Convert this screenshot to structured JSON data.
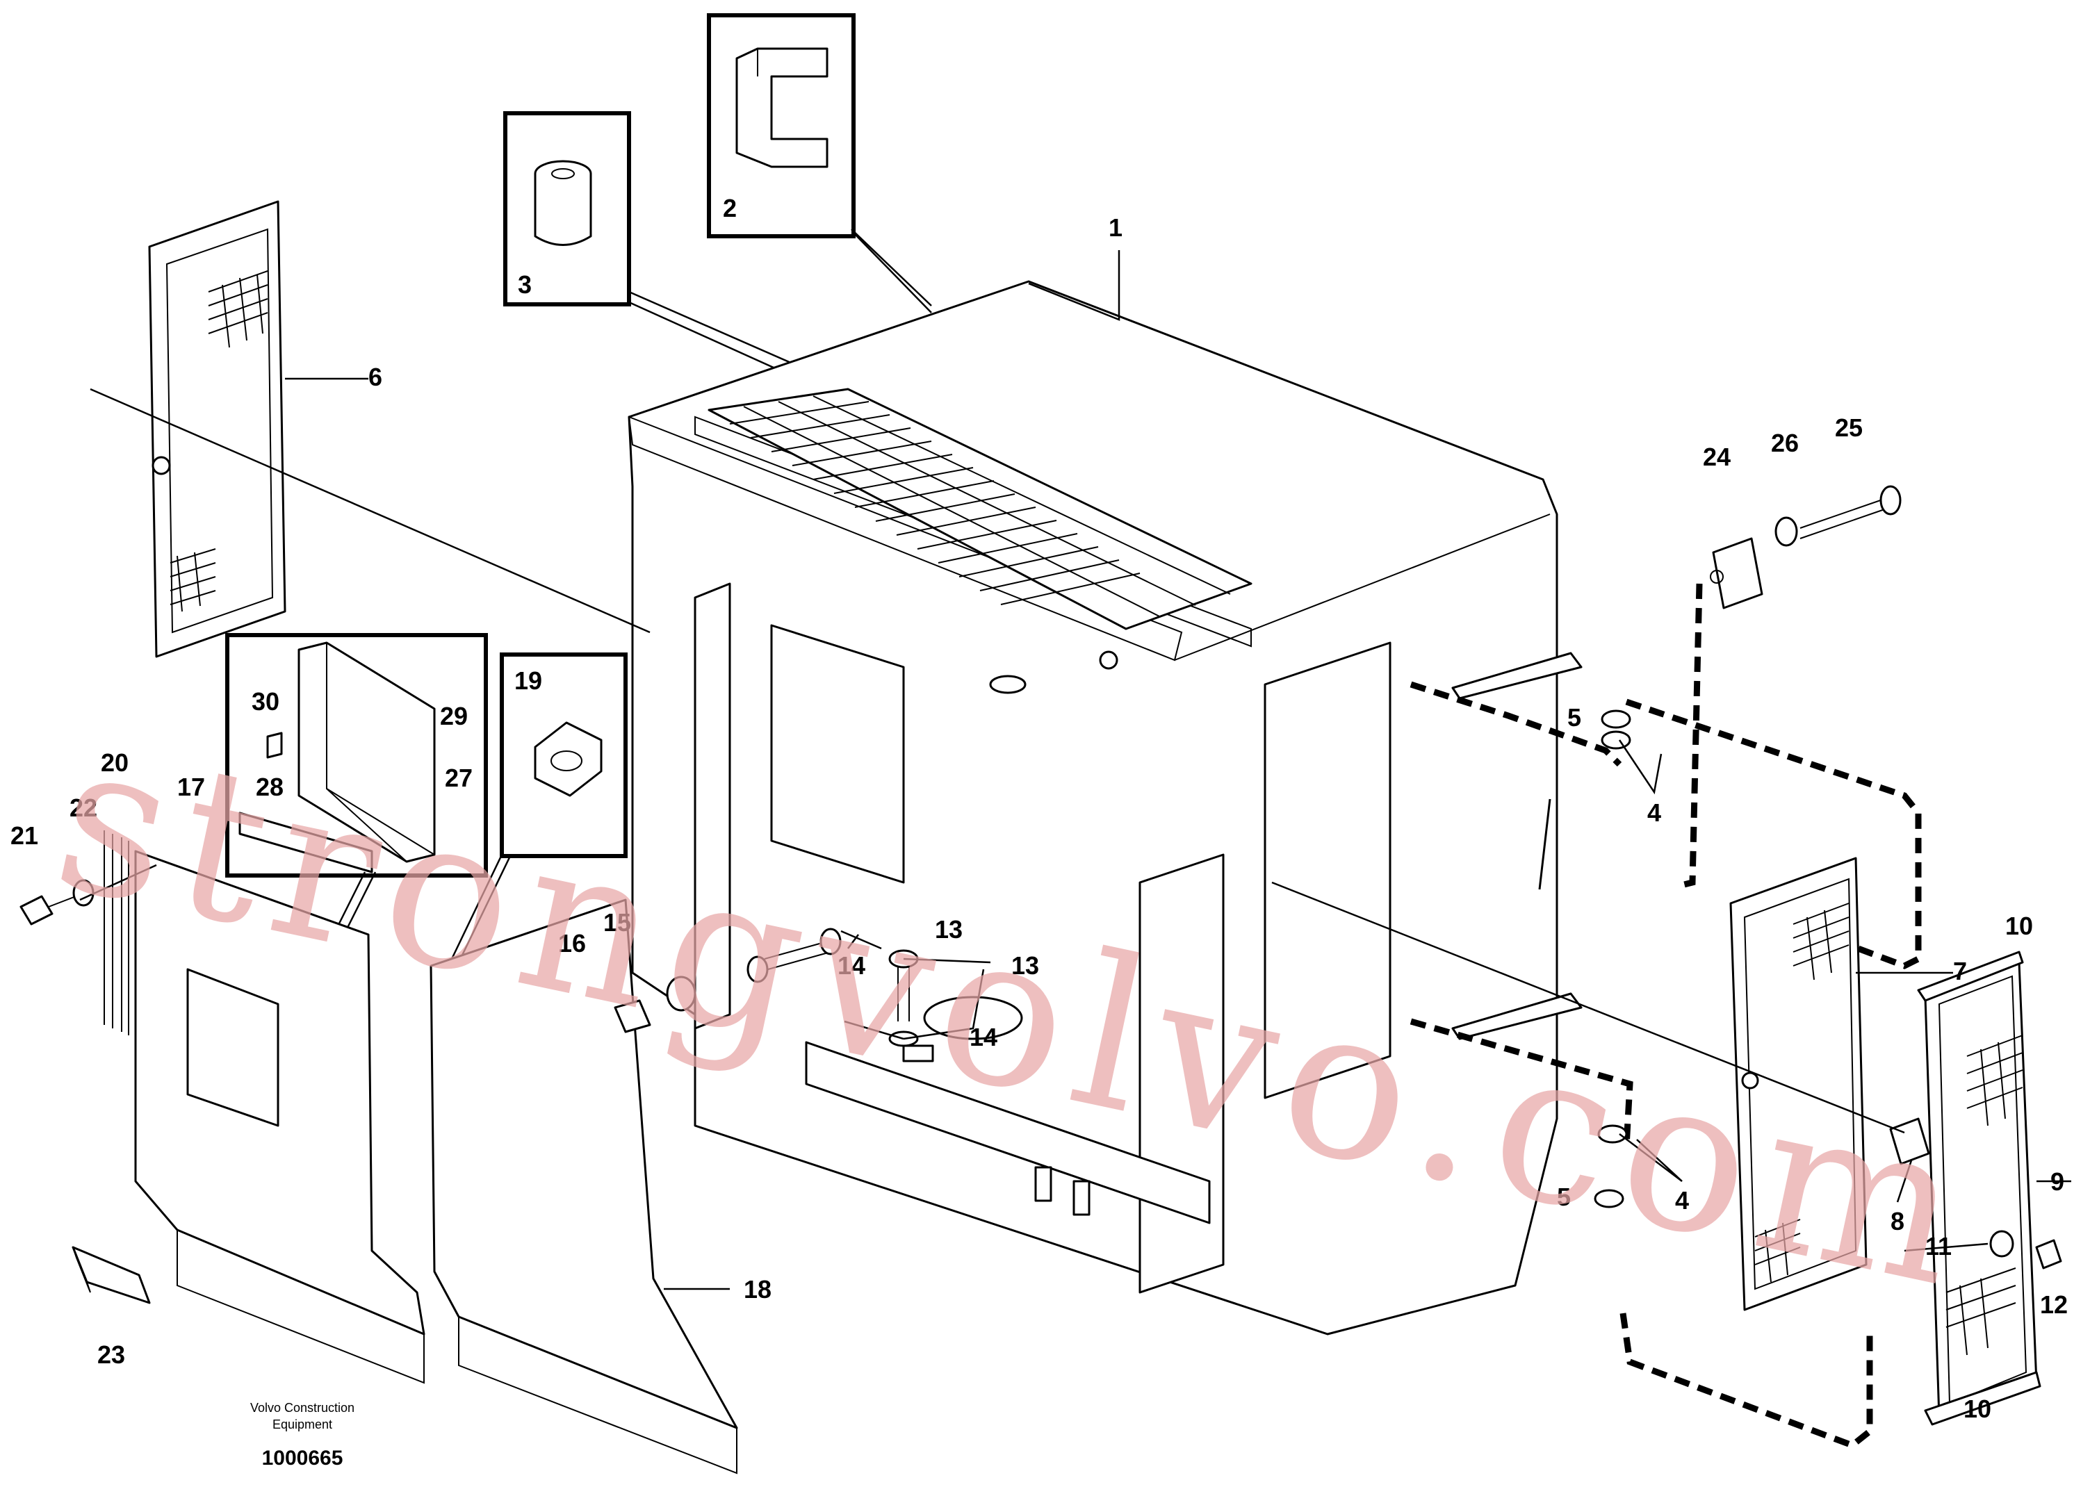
{
  "caption": {
    "line1": "Volvo Construction",
    "line2": "Equipment",
    "drawing_number": "1000665"
  },
  "watermark": "strongvolvo.com",
  "callouts": [
    "1",
    "2",
    "3",
    "4",
    "4",
    "5",
    "5",
    "6",
    "7",
    "8",
    "9",
    "10",
    "10",
    "11",
    "12",
    "13",
    "13",
    "14",
    "14",
    "15",
    "16",
    "17",
    "18",
    "19",
    "20",
    "21",
    "22",
    "23",
    "24",
    "25",
    "26",
    "27",
    "28",
    "29",
    "30"
  ]
}
